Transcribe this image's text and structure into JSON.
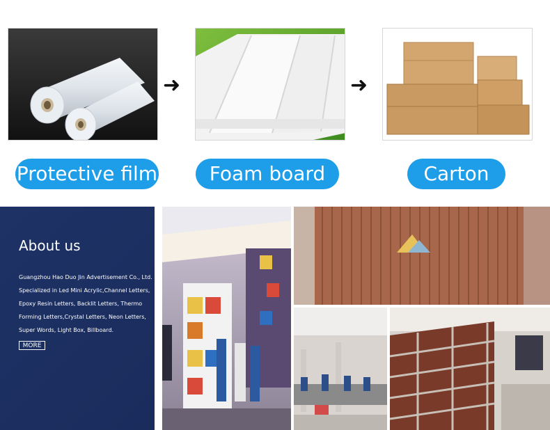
{
  "products": [
    {
      "label": "Protective film"
    },
    {
      "label": "Foam board"
    },
    {
      "label": "Carton"
    }
  ],
  "about": {
    "title": "About us",
    "lines": [
      "Guangzhou Hao Duo Jin Advertisement Co., Ltd.",
      "Specialized in Led Mini Acrylic,Channel Letters,",
      "Epoxy Resin Letters, Backlit Letters, Thermo",
      "Forming Letters,Crystal Letters, Neon Letters,",
      "Super Words, Light Box, Billboard."
    ],
    "more_label": "MORE"
  },
  "colors": {
    "pill_blue": "#1e9ee8",
    "about_bg": "#1e3266"
  }
}
